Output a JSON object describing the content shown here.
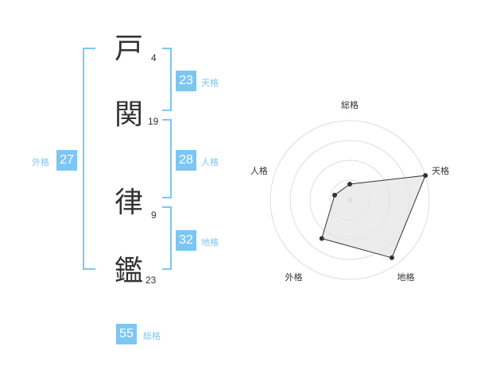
{
  "name": {
    "chars": [
      {
        "char": "戸",
        "strokes": "4"
      },
      {
        "char": "関",
        "strokes": "19"
      },
      {
        "char": "律",
        "strokes": "9"
      },
      {
        "char": "鑑",
        "strokes": "23"
      }
    ]
  },
  "kaku": {
    "tenkaku": {
      "value": "23",
      "label": "天格"
    },
    "jinkaku": {
      "value": "28",
      "label": "人格"
    },
    "chikaku": {
      "value": "32",
      "label": "地格"
    },
    "gaikaku": {
      "value": "27",
      "label": "外格"
    },
    "soukaku": {
      "value": "55",
      "label": "総格"
    }
  },
  "colors": {
    "accent": "#7cc6f4",
    "text": "#333333",
    "polygon_fill": "#e6e6e6"
  },
  "chart_data": {
    "type": "radar",
    "axes": [
      "総格",
      "天格",
      "地格",
      "外格",
      "人格"
    ],
    "values": [
      0.2,
      1.0,
      0.9,
      0.6,
      0.2
    ],
    "range": [
      0,
      1
    ],
    "grid": true
  }
}
